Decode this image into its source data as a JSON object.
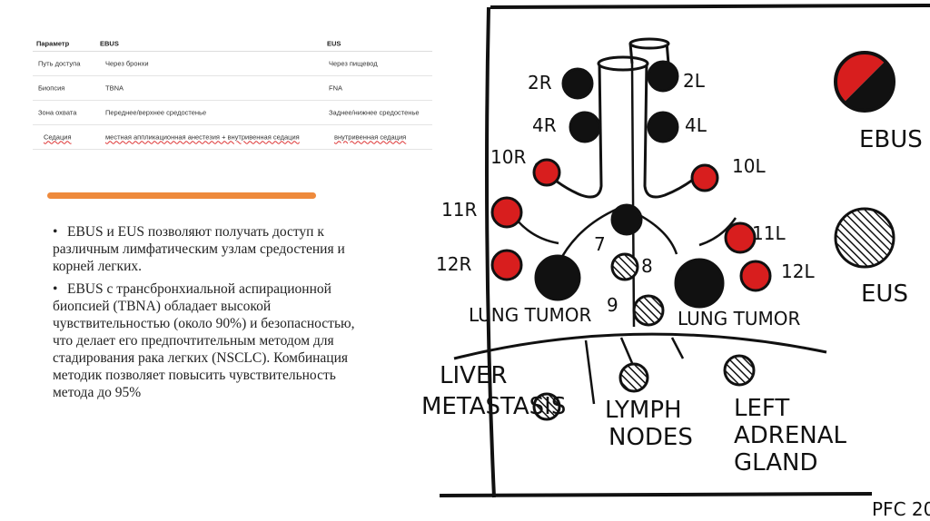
{
  "table": {
    "headers": [
      "Параметр",
      "EBUS",
      "EUS"
    ],
    "rows": [
      [
        "Путь доступа",
        "Через бронхи",
        "Через пищевод"
      ],
      [
        "Биопсия",
        "TBNA",
        "FNA"
      ],
      [
        "Зона охвата",
        "Переднее/верхнее средостенье",
        "Заднее/нижнее средостенье"
      ],
      [
        "Седация",
        "местная аппликационная анестезия + внутривенная седация",
        "внутривенная седация"
      ]
    ]
  },
  "bullets": [
    "EBUS и EUS позволяют получать доступ к различным лимфатическим узлам средостения и корней легких.",
    "EBUS с трансбронхиальной аспирационной биопсией (TBNA) обладает высокой чувствительностью (около 90%) и безопасностью, что делает его предпочтительным методом для стадирования  рака легких (NSCLC). Комбинация методик позволяет повысить чувствительность метода до 95%"
  ],
  "diagram": {
    "nodes": [
      "2R",
      "2L",
      "4R",
      "4L",
      "10R",
      "10L",
      "11R",
      "11L",
      "12R",
      "12L",
      "7",
      "8",
      "9"
    ],
    "tumors": [
      "LUNG TUMOR",
      "LUNG TUMOR"
    ],
    "abdominal": [
      "LIVER",
      "METASTASIS",
      "LYMPH",
      "NODES",
      "LEFT",
      "ADRENAL",
      "GLAND"
    ],
    "legend": [
      "EBUS",
      "EUS"
    ],
    "signature": "PFC 20",
    "colors": {
      "ebus": "#d81e1e",
      "black": "#111111",
      "accent": "#ee8a3c"
    }
  }
}
